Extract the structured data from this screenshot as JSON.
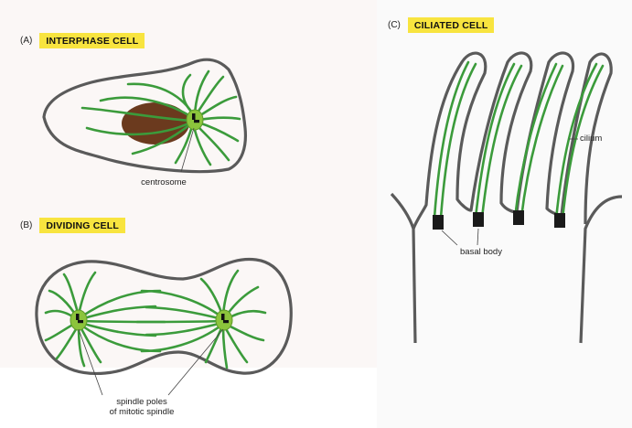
{
  "panels": {
    "a": {
      "letter": "(A)",
      "title": "INTERPHASE CELL",
      "annotation": "centrosome"
    },
    "b": {
      "letter": "(B)",
      "title": "DIVIDING CELL",
      "annotation_line1": "spindle poles",
      "annotation_line2": "of mitotic spindle"
    },
    "c": {
      "letter": "(C)",
      "title": "CILIATED CELL",
      "annotation_cilium": "cilium",
      "annotation_basal": "basal body"
    }
  },
  "colors": {
    "microtubule": "#3b9b3b",
    "cell_outline": "#5a5a5a",
    "nucleus": "#6b3a1e",
    "centrosome": "#8cc43c",
    "title_highlight": "#f8e43f",
    "basal_body": "#1a1a1a"
  }
}
